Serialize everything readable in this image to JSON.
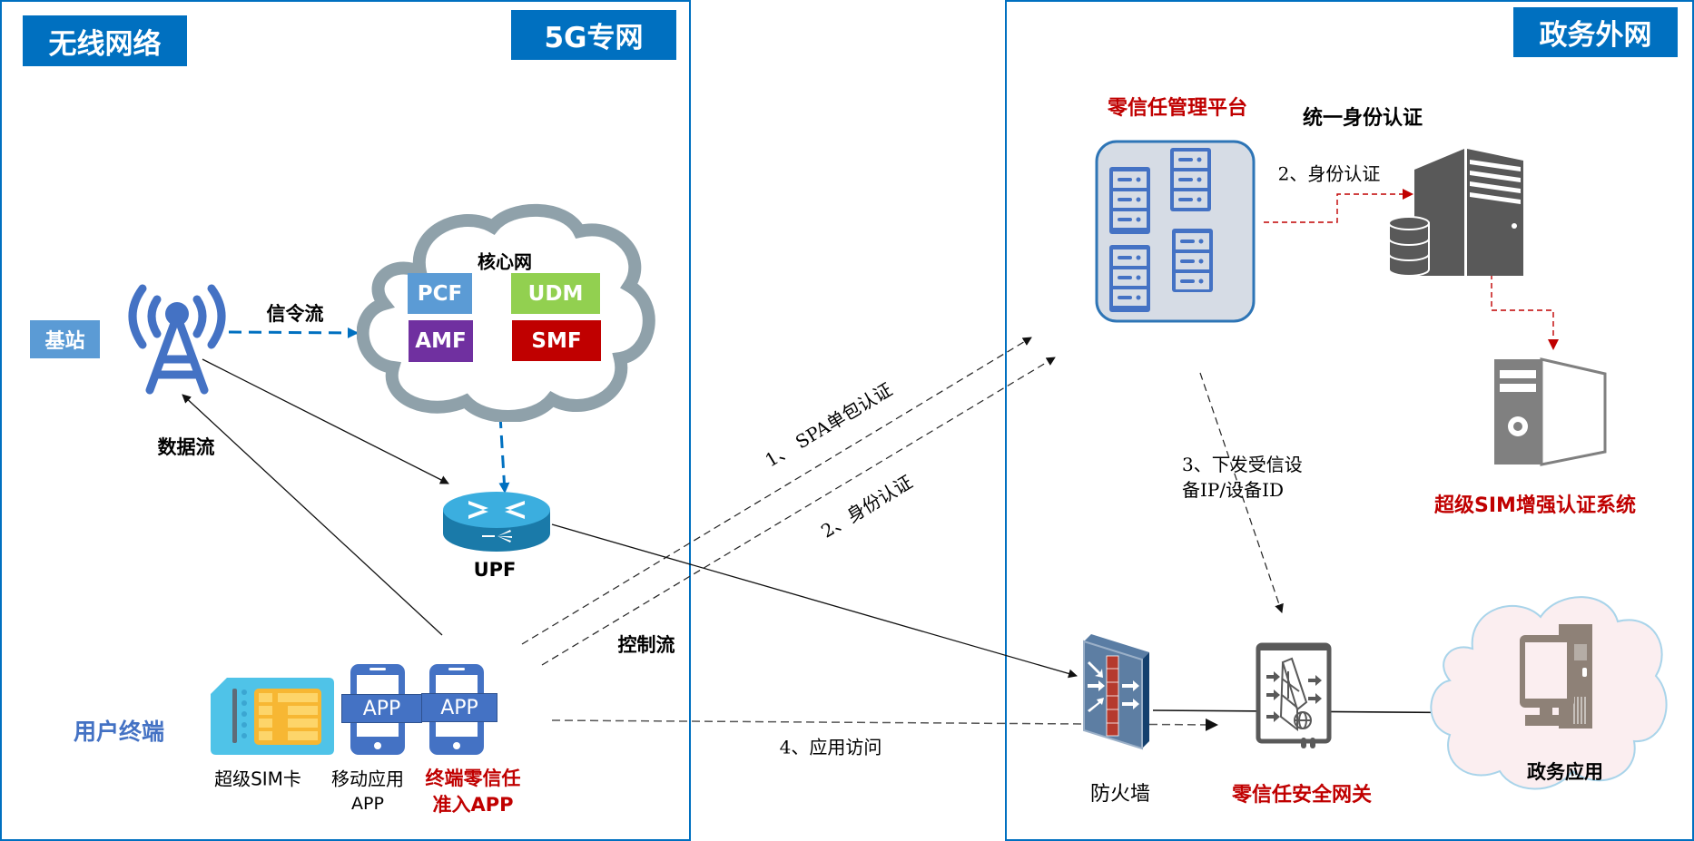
{
  "regions": {
    "wireless": "无线网络",
    "private_5g": "5G专网",
    "gov_extranet": "政务外网"
  },
  "wireless": {
    "base_station_label": "基站",
    "signaling_flow": "信令流",
    "data_flow": "数据流",
    "user_terminal": "用户终端",
    "control_flow": "控制流"
  },
  "core_network": {
    "title": "核心网",
    "functions": [
      {
        "name": "PCF",
        "color": "#5B9BD5"
      },
      {
        "name": "UDM",
        "color": "#92D050"
      },
      {
        "name": "AMF",
        "color": "#7030A0"
      },
      {
        "name": "SMF",
        "color": "#C00000"
      }
    ],
    "upf_label": "UPF"
  },
  "terminal": {
    "sim_label": "超级SIM卡",
    "mobile_app_label_1": "移动应用",
    "mobile_app_label_2": "APP",
    "zt_app_label_1": "终端零信任",
    "zt_app_label_2": "准入APP",
    "app_badge": "APP"
  },
  "flows": {
    "step1": "1、 SPA单包认证",
    "step2_terminal": "2、身份认证",
    "step2_idp": "2、身份认证",
    "step3_line1": "3、下发受信设",
    "step3_line2": "备IP/设备ID",
    "step4": "4、应用访问"
  },
  "gov": {
    "zt_mgmt_platform": "零信任管理平台",
    "unified_identity": "统一身份认证",
    "super_sim_system": "超级SIM增强认证系统",
    "firewall": "防火墙",
    "zt_gateway": "零信任安全网关",
    "gov_app": "政务应用"
  },
  "colors": {
    "frame_blue": "#0070C0",
    "accent_red": "#C00000",
    "icon_blue": "#4472C4",
    "cloud_gray": "#8FA1AA",
    "signal_dash": "#0070C0"
  }
}
